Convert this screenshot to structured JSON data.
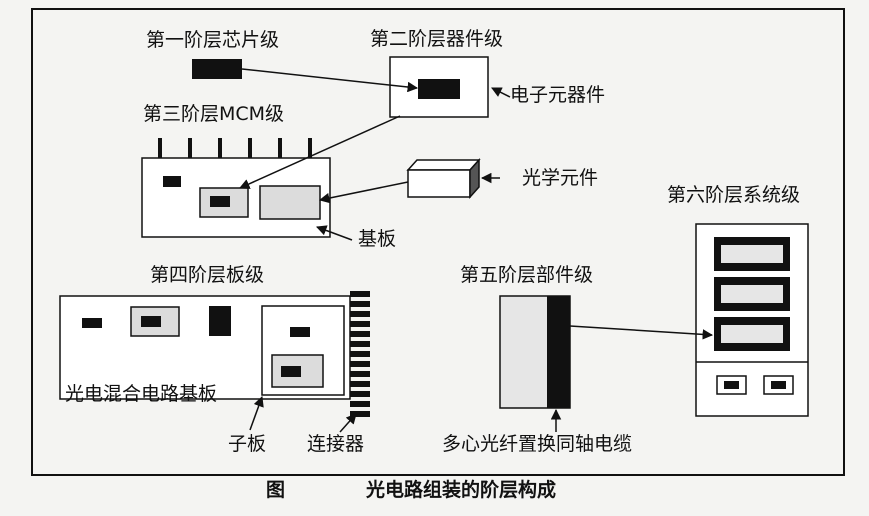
{
  "labels": {
    "level1": "第一阶层芯片级",
    "level2": "第二阶层器件级",
    "electronic": "电子元器件",
    "level3": "第三阶层MCM级",
    "optical": "光学元件",
    "substrate": "基板",
    "level4": "第四阶层板级",
    "level5": "第五阶层部件级",
    "level6": "第六阶层系统级",
    "hybrid": "光电混合电路基板",
    "daughter": "子板",
    "connector": "连接器",
    "cable": "多心光纤置换同轴电缆"
  },
  "caption": {
    "prefix": "图",
    "title": "光电路组装的阶层构成"
  },
  "colors": {
    "stroke": "#111111",
    "chip": "#111111",
    "light_fill": "#dcdcdc",
    "background": "#f4f4f2"
  }
}
